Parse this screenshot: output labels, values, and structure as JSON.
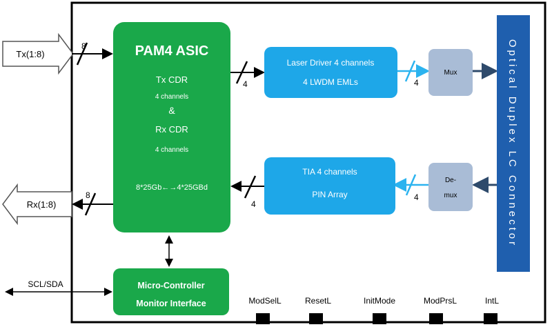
{
  "ports": {
    "tx": "Tx(1:8)",
    "rx": "Rx(1:8)",
    "scl_sda": "SCL/SDA"
  },
  "asic": {
    "title": "PAM4 ASIC",
    "tx_cdr": "Tx CDR",
    "tx_channels": "4 channels",
    "ampersand": "&",
    "rx_cdr": "Rx CDR",
    "rx_channels": "4 channels",
    "rate": "8*25Gb←→4*25GBd"
  },
  "laser_driver": {
    "line1": "Laser Driver 4 channels",
    "line2": "4 LWDM EMLs"
  },
  "tia": {
    "line1": "TIA 4 channels",
    "line2": "PIN Array"
  },
  "mux": {
    "label": "Mux"
  },
  "demux": {
    "line1": "De-",
    "line2": "mux"
  },
  "connector": {
    "label": "Optical Duplex LC Connector"
  },
  "micro": {
    "line1": "Micro-Controller",
    "line2": "Monitor Interface"
  },
  "bus_widths": {
    "tx_in": "8",
    "rx_out": "8",
    "asic_to_laser": "4",
    "laser_to_mux": "4",
    "tia_to_asic": "4",
    "demux_to_tia": "4"
  },
  "pins": [
    "ModSelL",
    "ResetL",
    "InitMode",
    "ModPrsL",
    "IntL"
  ],
  "colors": {
    "asic_green": "#1aa84a",
    "blue_box": "#1ea7e8",
    "gray_box": "#a9bcd6",
    "connector": "#1f5fae",
    "arrow_dark": "#2e4a6b",
    "arrow_light": "#2bb3ef"
  }
}
